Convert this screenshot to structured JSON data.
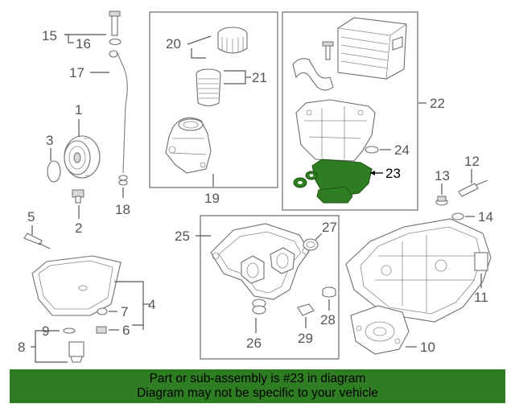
{
  "callouts": {
    "c1": "1",
    "c2": "2",
    "c3": "3",
    "c4": "4",
    "c5": "5",
    "c6": "6",
    "c7": "7",
    "c8": "8",
    "c9": "9",
    "c10": "10",
    "c11": "11",
    "c12": "12",
    "c13": "13",
    "c14": "14",
    "c15": "15",
    "c16": "16",
    "c17": "17",
    "c18": "18",
    "c19": "19",
    "c20": "20",
    "c21": "21",
    "c22": "22",
    "c23": "23",
    "c24": "24",
    "c25": "25",
    "c26": "26",
    "c27": "27",
    "c28": "28",
    "c29": "29"
  },
  "highlight": {
    "part": "23",
    "color": "#2f7d22"
  },
  "banner": {
    "line1": "Part or sub-assembly is #23 in diagram",
    "line2": "Diagram may not be specific to your vehicle",
    "color": "#2f7d22"
  }
}
